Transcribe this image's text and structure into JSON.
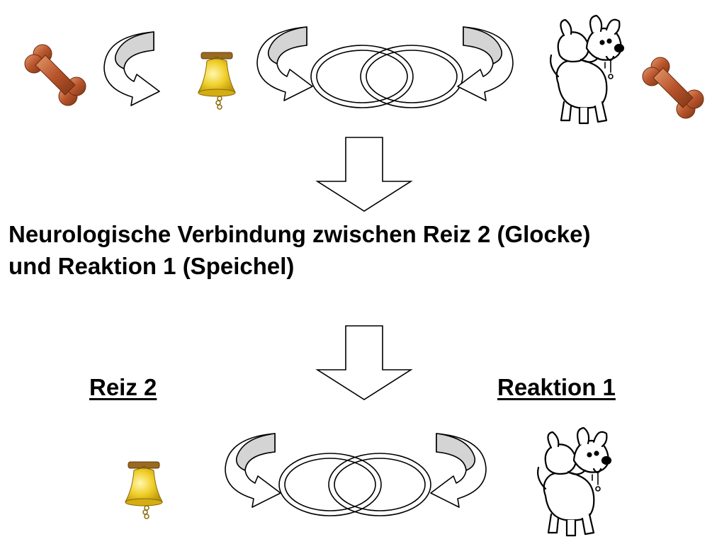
{
  "main_text": {
    "line1": "Neurologische Verbindung zwischen Reiz 2 (Glocke)",
    "line2": "und Reaktion 1 (Speichel)"
  },
  "labels": {
    "left": "Reiz 2",
    "right": "Reaktion 1"
  },
  "colors": {
    "bone": "#b8542c",
    "bone_highlight": "#e08a5c",
    "bell": "#e8c21a",
    "bell_highlight": "#fff2a0",
    "bell_top": "#9a6a20",
    "arrow_fill_gray": "#cfcfcf"
  }
}
